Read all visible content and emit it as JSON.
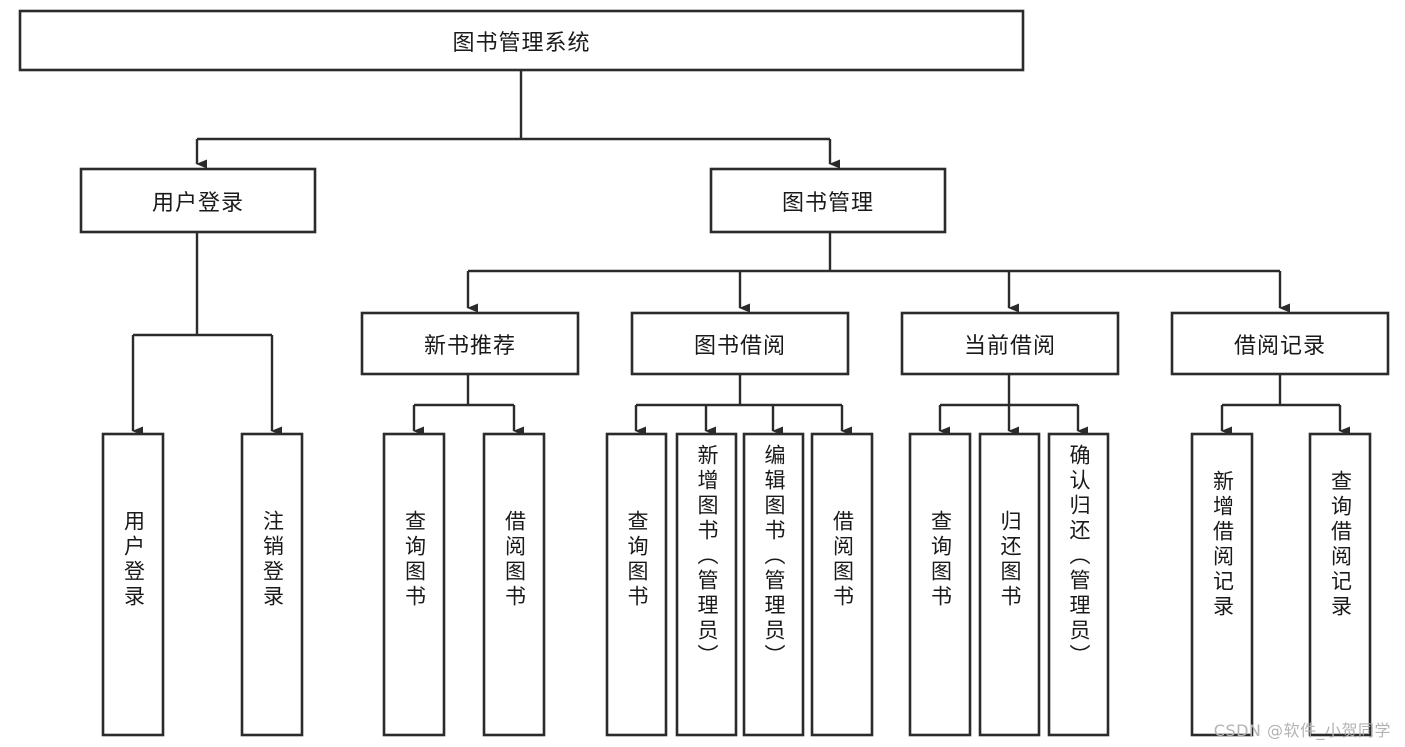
{
  "diagram": {
    "title": "图书管理系统",
    "type": "hierarchy-tree",
    "root": {
      "id": "root",
      "label": "图书管理系统"
    },
    "level2": [
      {
        "id": "user-login",
        "label": "用户登录"
      },
      {
        "id": "book-management",
        "label": "图书管理"
      }
    ],
    "level3": [
      {
        "id": "new-book-recommend",
        "label": "新书推荐",
        "parent": "book-management"
      },
      {
        "id": "book-borrow",
        "label": "图书借阅",
        "parent": "book-management"
      },
      {
        "id": "current-borrow",
        "label": "当前借阅",
        "parent": "book-management"
      },
      {
        "id": "borrow-record",
        "label": "借阅记录",
        "parent": "book-management"
      }
    ],
    "leaves": [
      {
        "id": "leaf-user-login",
        "label": "用户登录",
        "parent": "user-login"
      },
      {
        "id": "leaf-logout-login",
        "label": "注销登录",
        "parent": "user-login"
      },
      {
        "id": "leaf-query-book-1",
        "label": "查询图书",
        "parent": "new-book-recommend"
      },
      {
        "id": "leaf-borrow-book-1",
        "label": "借阅图书",
        "parent": "new-book-recommend"
      },
      {
        "id": "leaf-query-book-2",
        "label": "查询图书",
        "parent": "book-borrow"
      },
      {
        "id": "leaf-add-book",
        "label": "新增图书（管理员）",
        "parent": "book-borrow"
      },
      {
        "id": "leaf-edit-book",
        "label": "编辑图书（管理员）",
        "parent": "book-borrow"
      },
      {
        "id": "leaf-borrow-book-2",
        "label": "借阅图书",
        "parent": "book-borrow"
      },
      {
        "id": "leaf-query-book-3",
        "label": "查询图书",
        "parent": "current-borrow"
      },
      {
        "id": "leaf-return-book",
        "label": "归还图书",
        "parent": "current-borrow"
      },
      {
        "id": "leaf-confirm-return",
        "label": "确认归还（管理员）",
        "parent": "current-borrow"
      },
      {
        "id": "leaf-add-record",
        "label": "新增借阅记录",
        "parent": "borrow-record"
      },
      {
        "id": "leaf-query-record",
        "label": "查询借阅记录",
        "parent": "borrow-record"
      }
    ]
  },
  "watermark": {
    "text": "CSDN @软件_小贺同学"
  },
  "colors": {
    "box_stroke": "#2b2b2b",
    "box_fill": "#ffffff",
    "connector": "#2b2b2b",
    "text": "#1a1a1a",
    "watermark": "#b3b3b3",
    "background": "#ffffff"
  }
}
